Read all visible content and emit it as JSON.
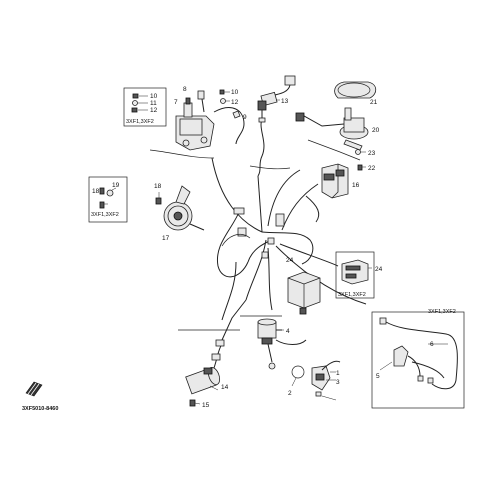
{
  "diagram_code": "3XF5010-8460",
  "callouts": {
    "c1": "1",
    "c2": "2",
    "c3": "3",
    "c4": "4",
    "c5": "5",
    "c6": "6",
    "c7": "7",
    "c8": "8",
    "c9": "9",
    "c10a": "10",
    "c10b": "10",
    "c11": "11",
    "c12a": "12",
    "c12b": "12",
    "c13": "13",
    "c14": "14",
    "c15": "15",
    "c16": "16",
    "c17": "17",
    "c18a": "18",
    "c18b": "18",
    "c19": "19",
    "c20": "20",
    "c21": "21",
    "c22": "22",
    "c23": "23",
    "c24a": "24",
    "c24b": "24"
  },
  "model_tags": {
    "t1": "3XF1,3XF2",
    "t2": "3XF1,3XF2",
    "t3": "3XF1,3XF2",
    "t4": "3XF1,3XF2"
  }
}
